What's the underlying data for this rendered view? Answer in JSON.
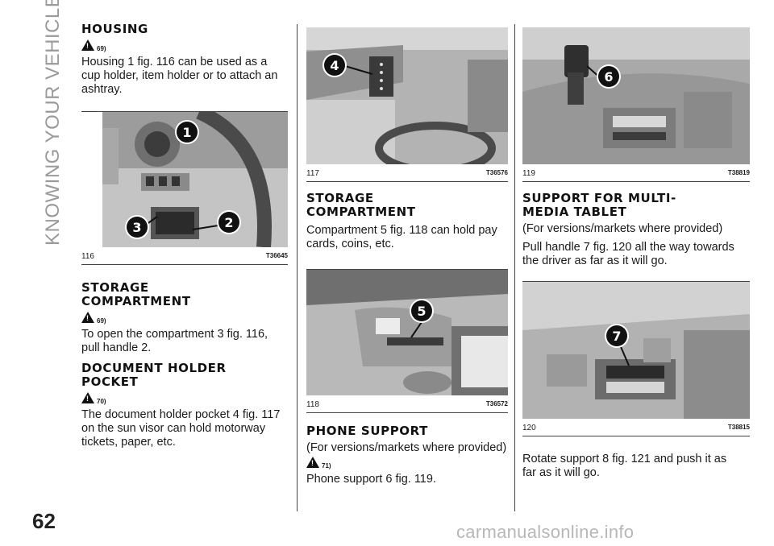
{
  "side_label": "KNOWING YOUR VEHICLE",
  "page_number": "62",
  "watermark": "carmanualsonline.info",
  "col1": {
    "housing_heading": "HOUSING",
    "housing_warn": "69)",
    "housing_text": "Housing 1 fig. 116 can be used as a cup holder, item holder or to attach an ashtray.",
    "fig116": {
      "num": "116",
      "code": "T36645",
      "callouts": [
        "1",
        "2",
        "3"
      ]
    },
    "storage_heading": "STORAGE COMPARTMENT",
    "storage_warn": "69)",
    "storage_text": "To open the compartment 3 fig. 116, pull handle 2.",
    "doc_heading": "DOCUMENT HOLDER POCKET",
    "doc_warn": "70)",
    "doc_text": "The document holder pocket 4 fig. 117 on the sun visor can hold motorway tickets, paper, etc."
  },
  "col2": {
    "fig117": {
      "num": "117",
      "code": "T36576",
      "callout": "4"
    },
    "storage_heading": "STORAGE COMPARTMENT",
    "storage_text": "Compartment 5 fig. 118 can hold pay cards, coins, etc.",
    "fig118": {
      "num": "118",
      "code": "T36572",
      "callout": "5"
    },
    "phone_heading": "PHONE SUPPORT",
    "phone_sub": "(For versions/markets where provided)",
    "phone_warn": "71)",
    "phone_text": "Phone support 6 fig. 119."
  },
  "col3": {
    "fig119": {
      "num": "119",
      "code": "T38819",
      "callout": "6"
    },
    "tablet_heading": "SUPPORT FOR MULTI-MEDIA TABLET",
    "tablet_sub": "(For versions/markets where provided)",
    "tablet_text": "Pull handle 7 fig. 120 all the way towards the driver as far as it will go.",
    "fig120": {
      "num": "120",
      "code": "T38815",
      "callout": "7"
    },
    "rotate_text": "Rotate support 8 fig. 121 and push it as far as it will go."
  }
}
